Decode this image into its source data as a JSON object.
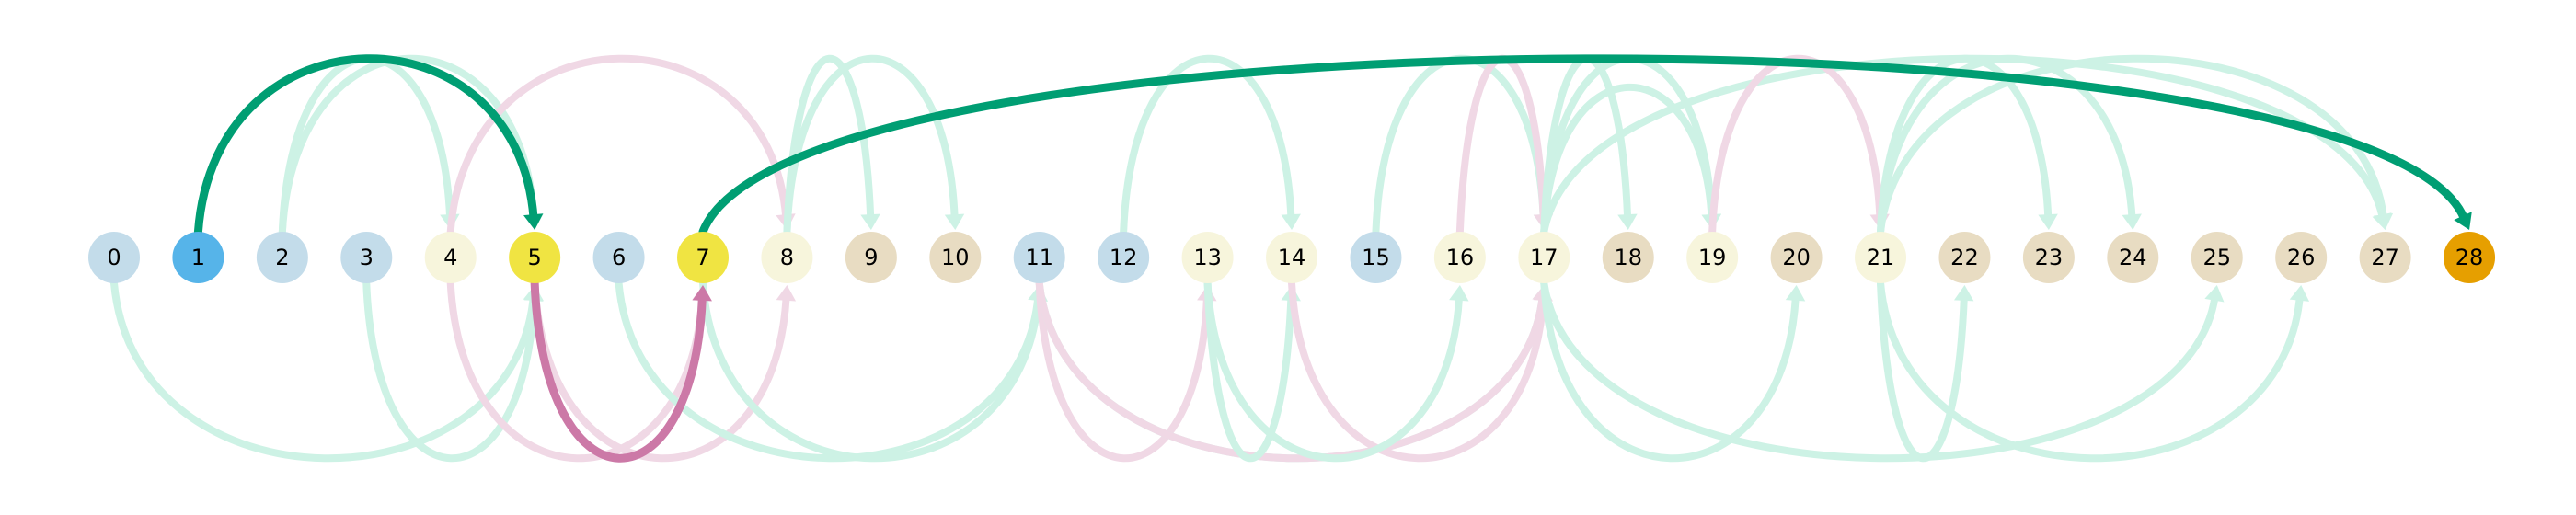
{
  "diagram": {
    "type": "arc-diagram",
    "node_labels": [
      "0",
      "1",
      "2",
      "3",
      "4",
      "5",
      "6",
      "7",
      "8",
      "9",
      "10",
      "11",
      "12",
      "13",
      "14",
      "15",
      "16",
      "17",
      "18",
      "19",
      "20",
      "21",
      "22",
      "23",
      "24",
      "25",
      "26",
      "27",
      "28"
    ],
    "node_colors": {
      "0": "#c3dcea",
      "1": "#56b4e9",
      "2": "#c3dcea",
      "3": "#c3dcea",
      "4": "#f7f5dc",
      "5": "#f0e442",
      "6": "#c3dcea",
      "7": "#f0e442",
      "8": "#f7f5dc",
      "9": "#e8dcc2",
      "10": "#e8dcc2",
      "11": "#c3dcea",
      "12": "#c3dcea",
      "13": "#f7f5dc",
      "14": "#f7f5dc",
      "15": "#c3dcea",
      "16": "#f7f5dc",
      "17": "#f7f5dc",
      "18": "#e8dcc2",
      "19": "#f7f5dc",
      "20": "#e8dcc2",
      "21": "#f7f5dc",
      "22": "#e8dcc2",
      "23": "#e8dcc2",
      "24": "#e8dcc2",
      "25": "#e8dcc2",
      "26": "#e8dcc2",
      "27": "#e8dcc2",
      "28": "#e69f00"
    },
    "edge_colors": {
      "green": "#009e73",
      "green_faint": "#cdf2e5",
      "pink": "#cc79a7",
      "pink_faint": "#f0d8e5"
    },
    "edges": [
      {
        "from": 2,
        "to": 4,
        "side": "above",
        "color": "green_faint",
        "height": 1.0
      },
      {
        "from": 2,
        "to": 5,
        "side": "above",
        "color": "green_faint",
        "height": 1.0
      },
      {
        "from": 4,
        "to": 8,
        "side": "above",
        "color": "pink_faint",
        "height": 1.0
      },
      {
        "from": 8,
        "to": 9,
        "side": "above",
        "color": "green_faint",
        "height": 1.0
      },
      {
        "from": 8,
        "to": 10,
        "side": "above",
        "color": "green_faint",
        "height": 1.0
      },
      {
        "from": 12,
        "to": 14,
        "side": "above",
        "color": "green_faint",
        "height": 1.0
      },
      {
        "from": 15,
        "to": 17,
        "side": "above",
        "color": "green_faint",
        "height": 1.0
      },
      {
        "from": 16,
        "to": 17,
        "side": "above",
        "color": "pink_faint",
        "height": 1.0
      },
      {
        "from": 17,
        "to": 18,
        "side": "above",
        "color": "green_faint",
        "height": 1.0
      },
      {
        "from": 17,
        "to": 19,
        "side": "above",
        "color": "green_faint",
        "height": 1.0
      },
      {
        "from": 17,
        "to": 19,
        "side": "above",
        "color": "green_faint",
        "height": 0.85
      },
      {
        "from": 17,
        "to": 27,
        "side": "above",
        "color": "green_faint",
        "height": 1.0
      },
      {
        "from": 19,
        "to": 21,
        "side": "above",
        "color": "pink_faint",
        "height": 1.0
      },
      {
        "from": 21,
        "to": 23,
        "side": "above",
        "color": "green_faint",
        "height": 1.0
      },
      {
        "from": 21,
        "to": 24,
        "side": "above",
        "color": "green_faint",
        "height": 1.0
      },
      {
        "from": 21,
        "to": 27,
        "side": "above",
        "color": "green_faint",
        "height": 1.0
      },
      {
        "from": 0,
        "to": 5,
        "side": "below",
        "color": "green_faint",
        "height": 1.0
      },
      {
        "from": 3,
        "to": 5,
        "side": "below",
        "color": "green_faint",
        "height": 1.0
      },
      {
        "from": 4,
        "to": 7,
        "side": "below",
        "color": "pink_faint",
        "height": 1.0
      },
      {
        "from": 5,
        "to": 8,
        "side": "below",
        "color": "pink_faint",
        "height": 1.0
      },
      {
        "from": 6,
        "to": 11,
        "side": "below",
        "color": "green_faint",
        "height": 1.0
      },
      {
        "from": 7,
        "to": 11,
        "side": "below",
        "color": "green_faint",
        "height": 1.0
      },
      {
        "from": 11,
        "to": 13,
        "side": "below",
        "color": "pink_faint",
        "height": 1.0
      },
      {
        "from": 11,
        "to": 17,
        "side": "below",
        "color": "green_faint",
        "height": 1.0
      },
      {
        "from": 11,
        "to": 17,
        "side": "below",
        "color": "pink_faint",
        "height": 1.0
      },
      {
        "from": 13,
        "to": 14,
        "side": "below",
        "color": "green_faint",
        "height": 1.0
      },
      {
        "from": 14,
        "to": 17,
        "side": "below",
        "color": "pink_faint",
        "height": 1.0
      },
      {
        "from": 13,
        "to": 16,
        "side": "below",
        "color": "green_faint",
        "height": 1.0
      },
      {
        "from": 17,
        "to": 20,
        "side": "below",
        "color": "green_faint",
        "height": 1.0
      },
      {
        "from": 17,
        "to": 25,
        "side": "below",
        "color": "green_faint",
        "height": 1.0
      },
      {
        "from": 21,
        "to": 22,
        "side": "below",
        "color": "green_faint",
        "height": 1.0
      },
      {
        "from": 21,
        "to": 26,
        "side": "below",
        "color": "green_faint",
        "height": 1.0
      },
      {
        "from": 1,
        "to": 5,
        "side": "above",
        "color": "green",
        "height": 1.0,
        "highlight": true
      },
      {
        "from": 7,
        "to": 28,
        "side": "above",
        "color": "green",
        "height": 1.0,
        "highlight": true
      },
      {
        "from": 5,
        "to": 7,
        "side": "below",
        "color": "pink",
        "height": 1.0,
        "highlight": true
      }
    ]
  }
}
